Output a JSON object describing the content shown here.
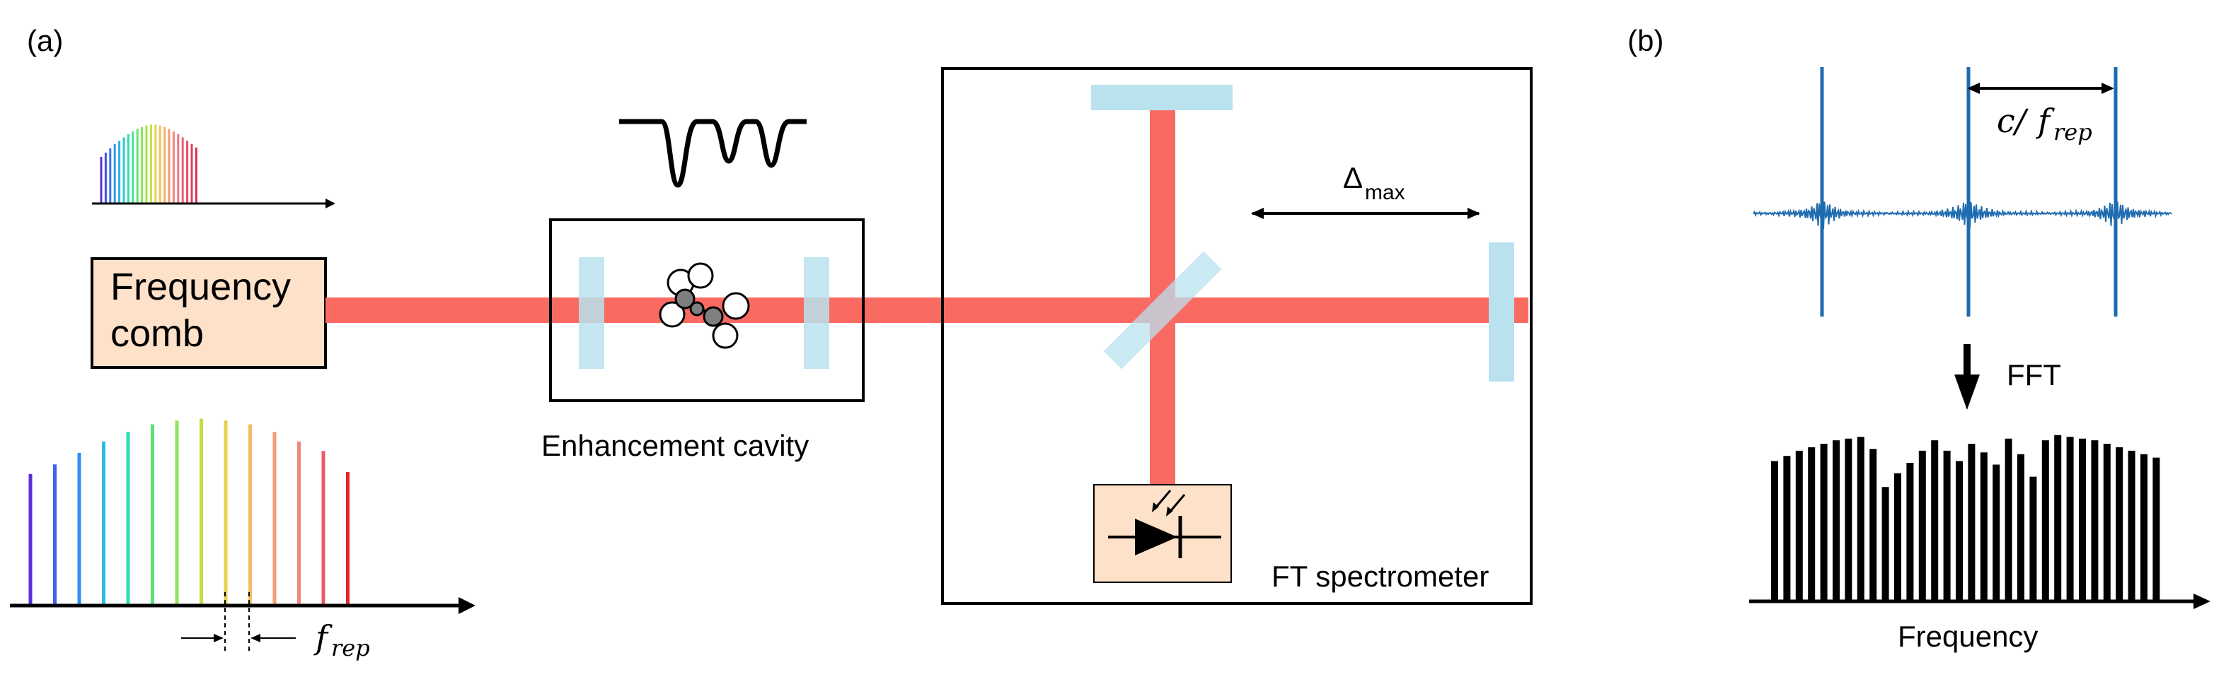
{
  "panel_a": {
    "label": "(a)",
    "source_label_line1": "Frequency",
    "source_label_line2": "comb",
    "cavity_label": "Enhancement cavity",
    "spectrometer_label": "FT spectrometer",
    "delta_symbol": "Δ",
    "delta_subscript": "max",
    "frep_symbol": "f",
    "frep_subscript": "rep"
  },
  "panel_b": {
    "label": "(b)",
    "spacing_symbol_c": "c/",
    "spacing_symbol_f": "f",
    "spacing_subscript": "rep",
    "fft_label": "FFT",
    "frequency_label": "Frequency"
  },
  "colors": {
    "beam": "#f96a63",
    "optic": "#b9e2ee",
    "box_fill": "#fde1c9",
    "interferogram": "#1f6bb0",
    "spectrum": "#000000"
  },
  "comb_small_colors": [
    "#5a2fd6",
    "#4a4ee3",
    "#3a73ee",
    "#2f93f0",
    "#2bb2e8",
    "#2cc9d0",
    "#33d8b0",
    "#47e08e",
    "#63e46f",
    "#84e659",
    "#a5e44a",
    "#c6de46",
    "#e2d34b",
    "#f2c35a",
    "#f5b069",
    "#f49c75",
    "#f2887f",
    "#ef7480",
    "#ec5e78",
    "#e84a6d",
    "#e43a5f",
    "#e02e52"
  ],
  "comb_large_colors": [
    "#5b2fd8",
    "#3f62e8",
    "#2f8ff0",
    "#2cbde6",
    "#33d8b3",
    "#58e374",
    "#8ee65a",
    "#bfe045",
    "#e4d34a",
    "#f4bd62",
    "#f59f74",
    "#f0877f",
    "#e95b60",
    "#e0282a"
  ],
  "comb_small_levels": [
    0.55,
    0.6,
    0.65,
    0.7,
    0.74,
    0.78,
    0.82,
    0.85,
    0.88,
    0.9,
    0.92,
    0.93,
    0.93,
    0.92,
    0.9,
    0.88,
    0.85,
    0.82,
    0.78,
    0.74,
    0.7,
    0.66
  ],
  "comb_large_levels": [
    0.69,
    0.74,
    0.8,
    0.86,
    0.91,
    0.95,
    0.97,
    0.98,
    0.97,
    0.95,
    0.91,
    0.86,
    0.81,
    0.7
  ],
  "fft_spectrum_levels": [
    0.81,
    0.84,
    0.87,
    0.89,
    0.91,
    0.93,
    0.94,
    0.95,
    0.88,
    0.66,
    0.74,
    0.8,
    0.87,
    0.93,
    0.87,
    0.81,
    0.91,
    0.86,
    0.79,
    0.94,
    0.85,
    0.72,
    0.93,
    0.96,
    0.95,
    0.94,
    0.93,
    0.91,
    0.89,
    0.87,
    0.85,
    0.83
  ]
}
